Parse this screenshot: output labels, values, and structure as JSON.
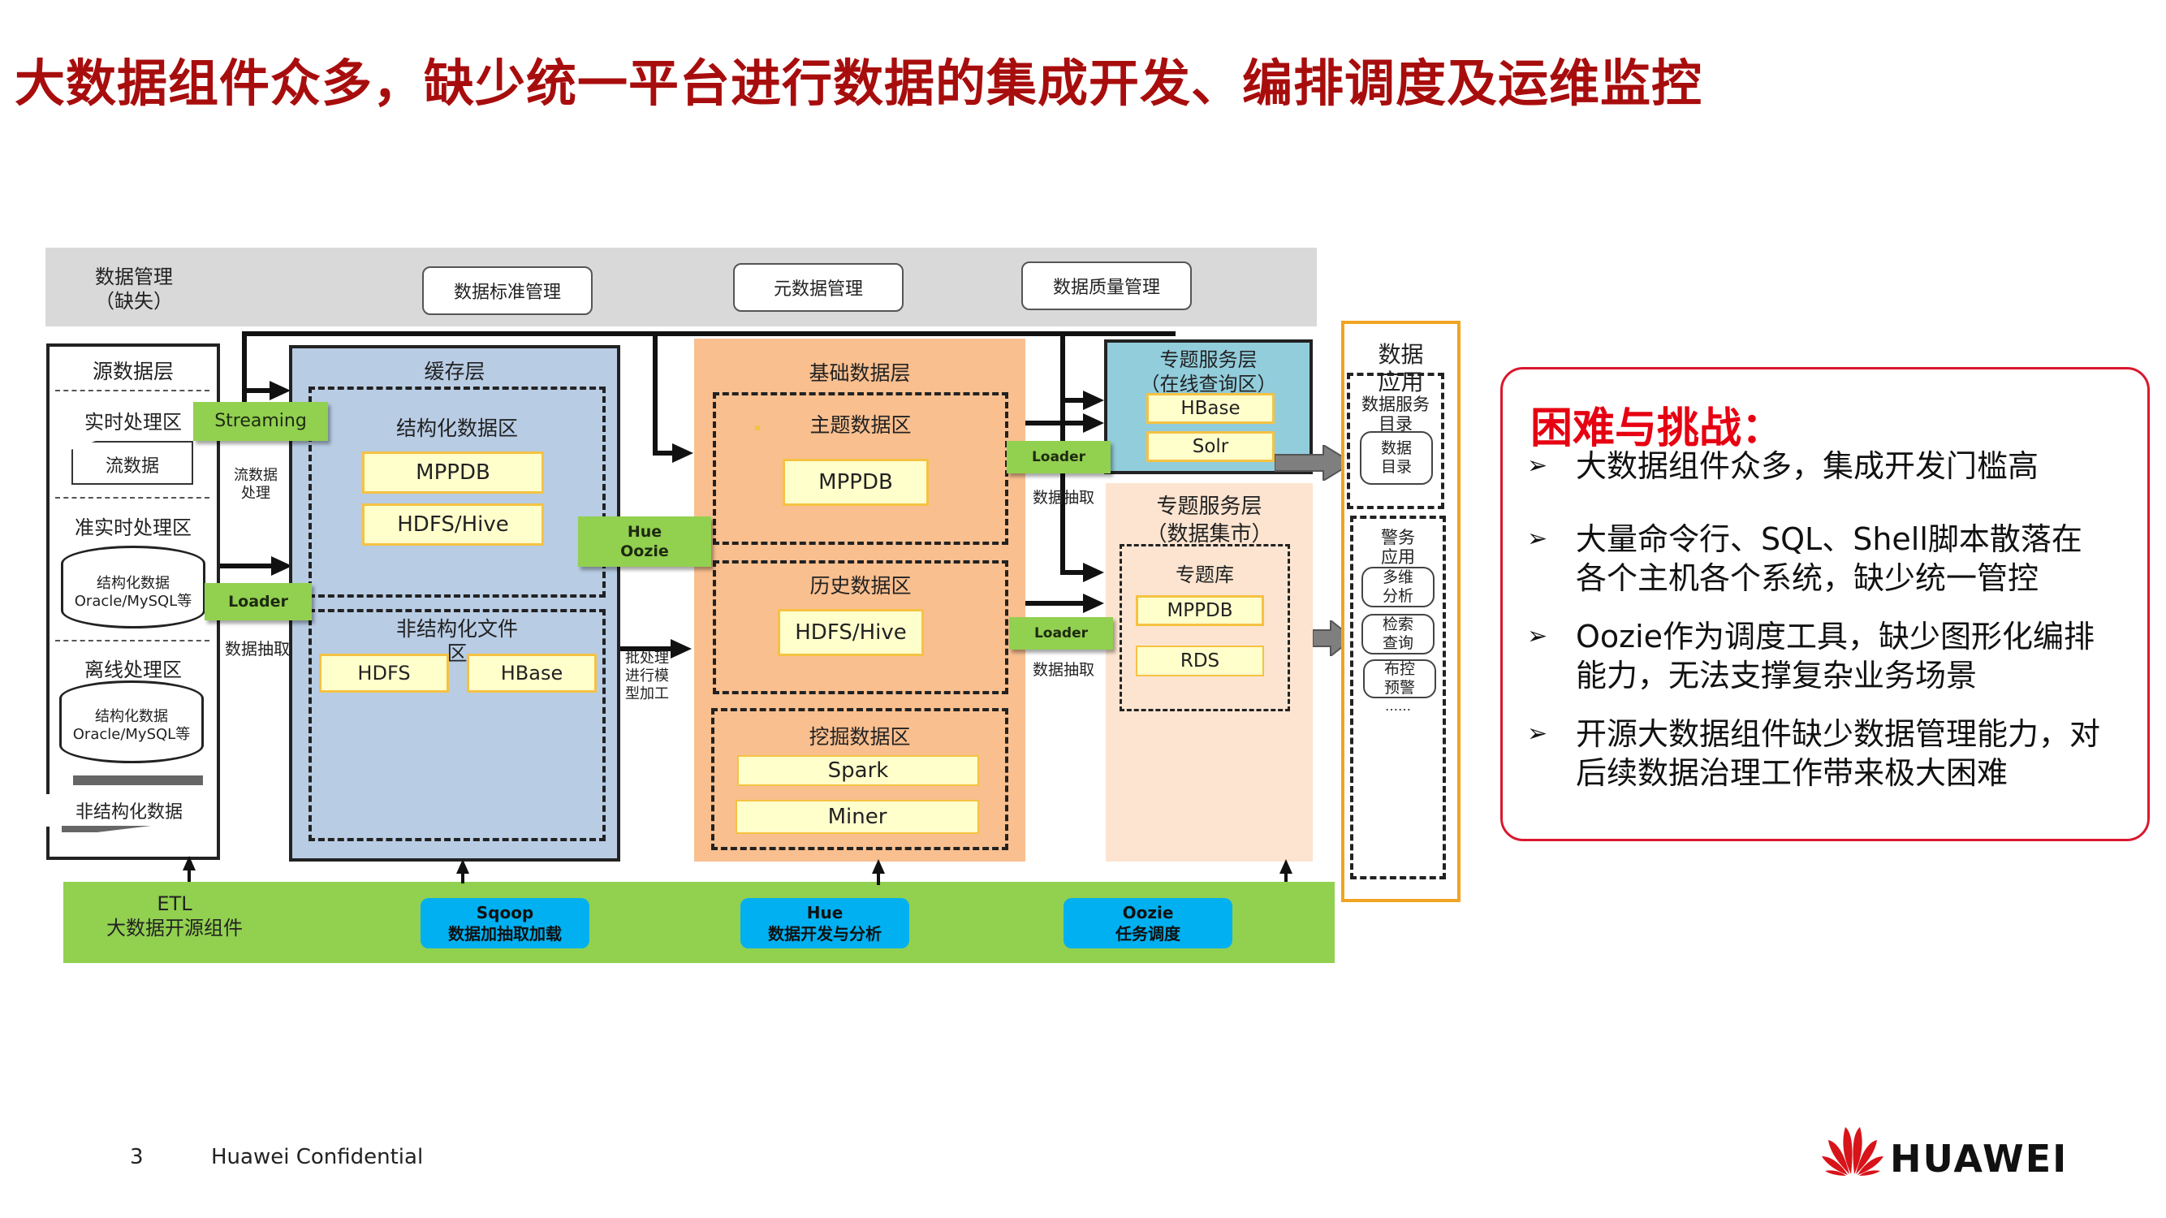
{
  "title": "大数据组件众多，缺少统一平台进行数据的集成开发、编排调度及运维监控",
  "data_management": {
    "label_line1": "数据管理",
    "label_line2": "（缺失）",
    "buttons": [
      "数据标准管理",
      "元数据管理",
      "数据质量管理"
    ]
  },
  "source_layer": {
    "title": "源数据层",
    "realtime": {
      "title": "实时处理区",
      "item": "流数据"
    },
    "near_realtime": {
      "title": "准实时处理区",
      "db_line1": "结构化数据",
      "db_line2": "Oracle/MySQL等"
    },
    "offline": {
      "title": "离线处理区",
      "db_line1": "结构化数据",
      "db_line2": "Oracle/MySQL等"
    },
    "unstructured": "非结构化数据"
  },
  "connectors": {
    "streaming": "Streaming",
    "streaming_note_1": "流数据",
    "streaming_note_2": "处理",
    "loader": "Loader",
    "extract_note": "数据抽取",
    "hue_oozie_1": "Hue",
    "hue_oozie_2": "Oozie",
    "batch_note_1": "批处理",
    "batch_note_2": "进行模",
    "batch_note_3": "型加工"
  },
  "cache_layer": {
    "title": "缓存层",
    "structured": {
      "title": "结构化数据区",
      "items": [
        "MPPDB",
        "HDFS/Hive"
      ]
    },
    "unstructured": {
      "title_1": "非结构化文件",
      "title_2": "区",
      "items": [
        "HDFS",
        "HBase"
      ]
    }
  },
  "base_layer": {
    "title": "基础数据层",
    "topic": {
      "title": "主题数据区",
      "items": [
        "MPPDB"
      ]
    },
    "history": {
      "title": "历史数据区",
      "items": [
        "HDFS/Hive"
      ]
    },
    "mining": {
      "title": "挖掘数据区",
      "items": [
        "Spark",
        "Miner"
      ]
    }
  },
  "service_online": {
    "title_1": "专题服务层",
    "title_2": "（在线查询区）",
    "items": [
      "HBase",
      "Solr"
    ]
  },
  "service_mart": {
    "title_1": "专题服务层",
    "title_2": "（数据集市）",
    "topic_db": {
      "title": "专题库",
      "items": [
        "MPPDB",
        "RDS"
      ]
    }
  },
  "data_app": {
    "title_1": "数据",
    "title_2": "应用",
    "catalog": {
      "title_1": "数据服务",
      "title_2": "目录",
      "items": [
        {
          "l1": "数据",
          "l2": "目录"
        }
      ]
    },
    "police": {
      "title_1": "警务",
      "title_2": "应用",
      "items": [
        {
          "l1": "多维",
          "l2": "分析"
        },
        {
          "l1": "检索",
          "l2": "查询"
        },
        {
          "l1": "布控",
          "l2": "预警"
        }
      ],
      "more": "……"
    }
  },
  "bottom_bar": {
    "label_1": "ETL",
    "label_2": "大数据开源组件",
    "components": [
      {
        "name": "Sqoop",
        "desc": "数据加抽取加载"
      },
      {
        "name": "Hue",
        "desc": "数据开发与分析"
      },
      {
        "name": "Oozie",
        "desc": "任务调度"
      }
    ]
  },
  "challenges": {
    "title": "困难与挑战：",
    "bullet_icon": "arrowhead-bullet-icon",
    "items": [
      {
        "l1": "大数据组件众多，集成开发门槛高",
        "l2": ""
      },
      {
        "l1": "大量命令行、SQL、Shell脚本散落在",
        "l2": "各个主机各个系统，缺少统一管控"
      },
      {
        "l1": "Oozie作为调度工具，缺少图形化编排",
        "l2": "能力，无法支撑复杂业务场景"
      },
      {
        "l1": "开源大数据组件缺少数据管理能力，对",
        "l2": "后续数据治理工作带来极大困难"
      }
    ]
  },
  "footer": {
    "page": "3",
    "confidential": "Huawei Confidential",
    "logo_text": "HUAWEI"
  },
  "colors": {
    "title": "#a80d0d",
    "challenge_accent": "#e60012",
    "green": "#92d050",
    "blue_button": "#00b0f0",
    "cache_bg": "#b8cce4",
    "base_bg": "#f9bf8f",
    "online_bg": "#92cddc",
    "mart_bg": "#fce4d0",
    "app_border": "#f0a422"
  }
}
